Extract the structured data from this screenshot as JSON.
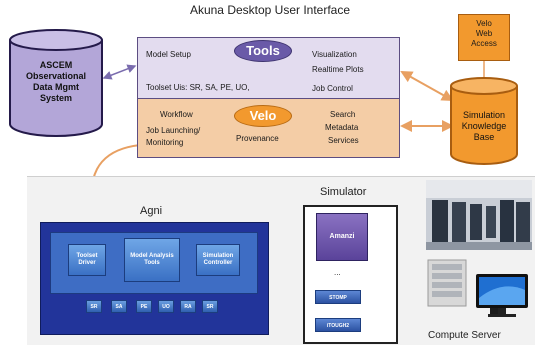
{
  "diagram_title": "Akuna Desktop User Interface",
  "akuna": {
    "tools_label": "Tools",
    "velo_label": "Velo",
    "model_setup": "Model Setup",
    "toolset": "Toolset Uis: SR, SA, PE, UO,",
    "visualization": "Visualization",
    "realtime_plots": "Realtime Plots",
    "job_control": "Job Control",
    "workflow": "Workflow",
    "job_launching": "Job Launching/",
    "monitoring": "Monitoring",
    "provenance": "Provenance",
    "search": "Search",
    "metadata": "Metadata",
    "services": "Services"
  },
  "ascem_db": {
    "line1": "ASCEM",
    "line2": "Observational",
    "line3": "Data Mgmt",
    "line4": "System"
  },
  "velo_web": {
    "line1": "Velo",
    "line2": "Web",
    "line3": "Access"
  },
  "sim_kb": {
    "line1": "Simulation",
    "line2": "Knowledge",
    "line3": "Base"
  },
  "agni": {
    "title": "Agni",
    "toolset_driver": "Toolset Driver",
    "model_analysis_tools": "Model Analysis Tools",
    "simulation_controller": "Simulation Controller",
    "modules": [
      "SR",
      "SA",
      "PE",
      "UO",
      "RA",
      "SR"
    ]
  },
  "simulator": {
    "title": "Simulator",
    "amanzi": "Amanzi",
    "dots": "...",
    "stomp": "STOMP",
    "itough2": "iTOUGH2"
  },
  "compute_server_label": "Compute Server",
  "colors": {
    "akuna_upper": "#e3dcef",
    "akuna_lower": "#f4cda6",
    "tools_pill": "#6a5aa8",
    "velo_orange": "#f2992e",
    "agni_blue": "#22349a",
    "ascem_purple": "#b3a6d8"
  }
}
